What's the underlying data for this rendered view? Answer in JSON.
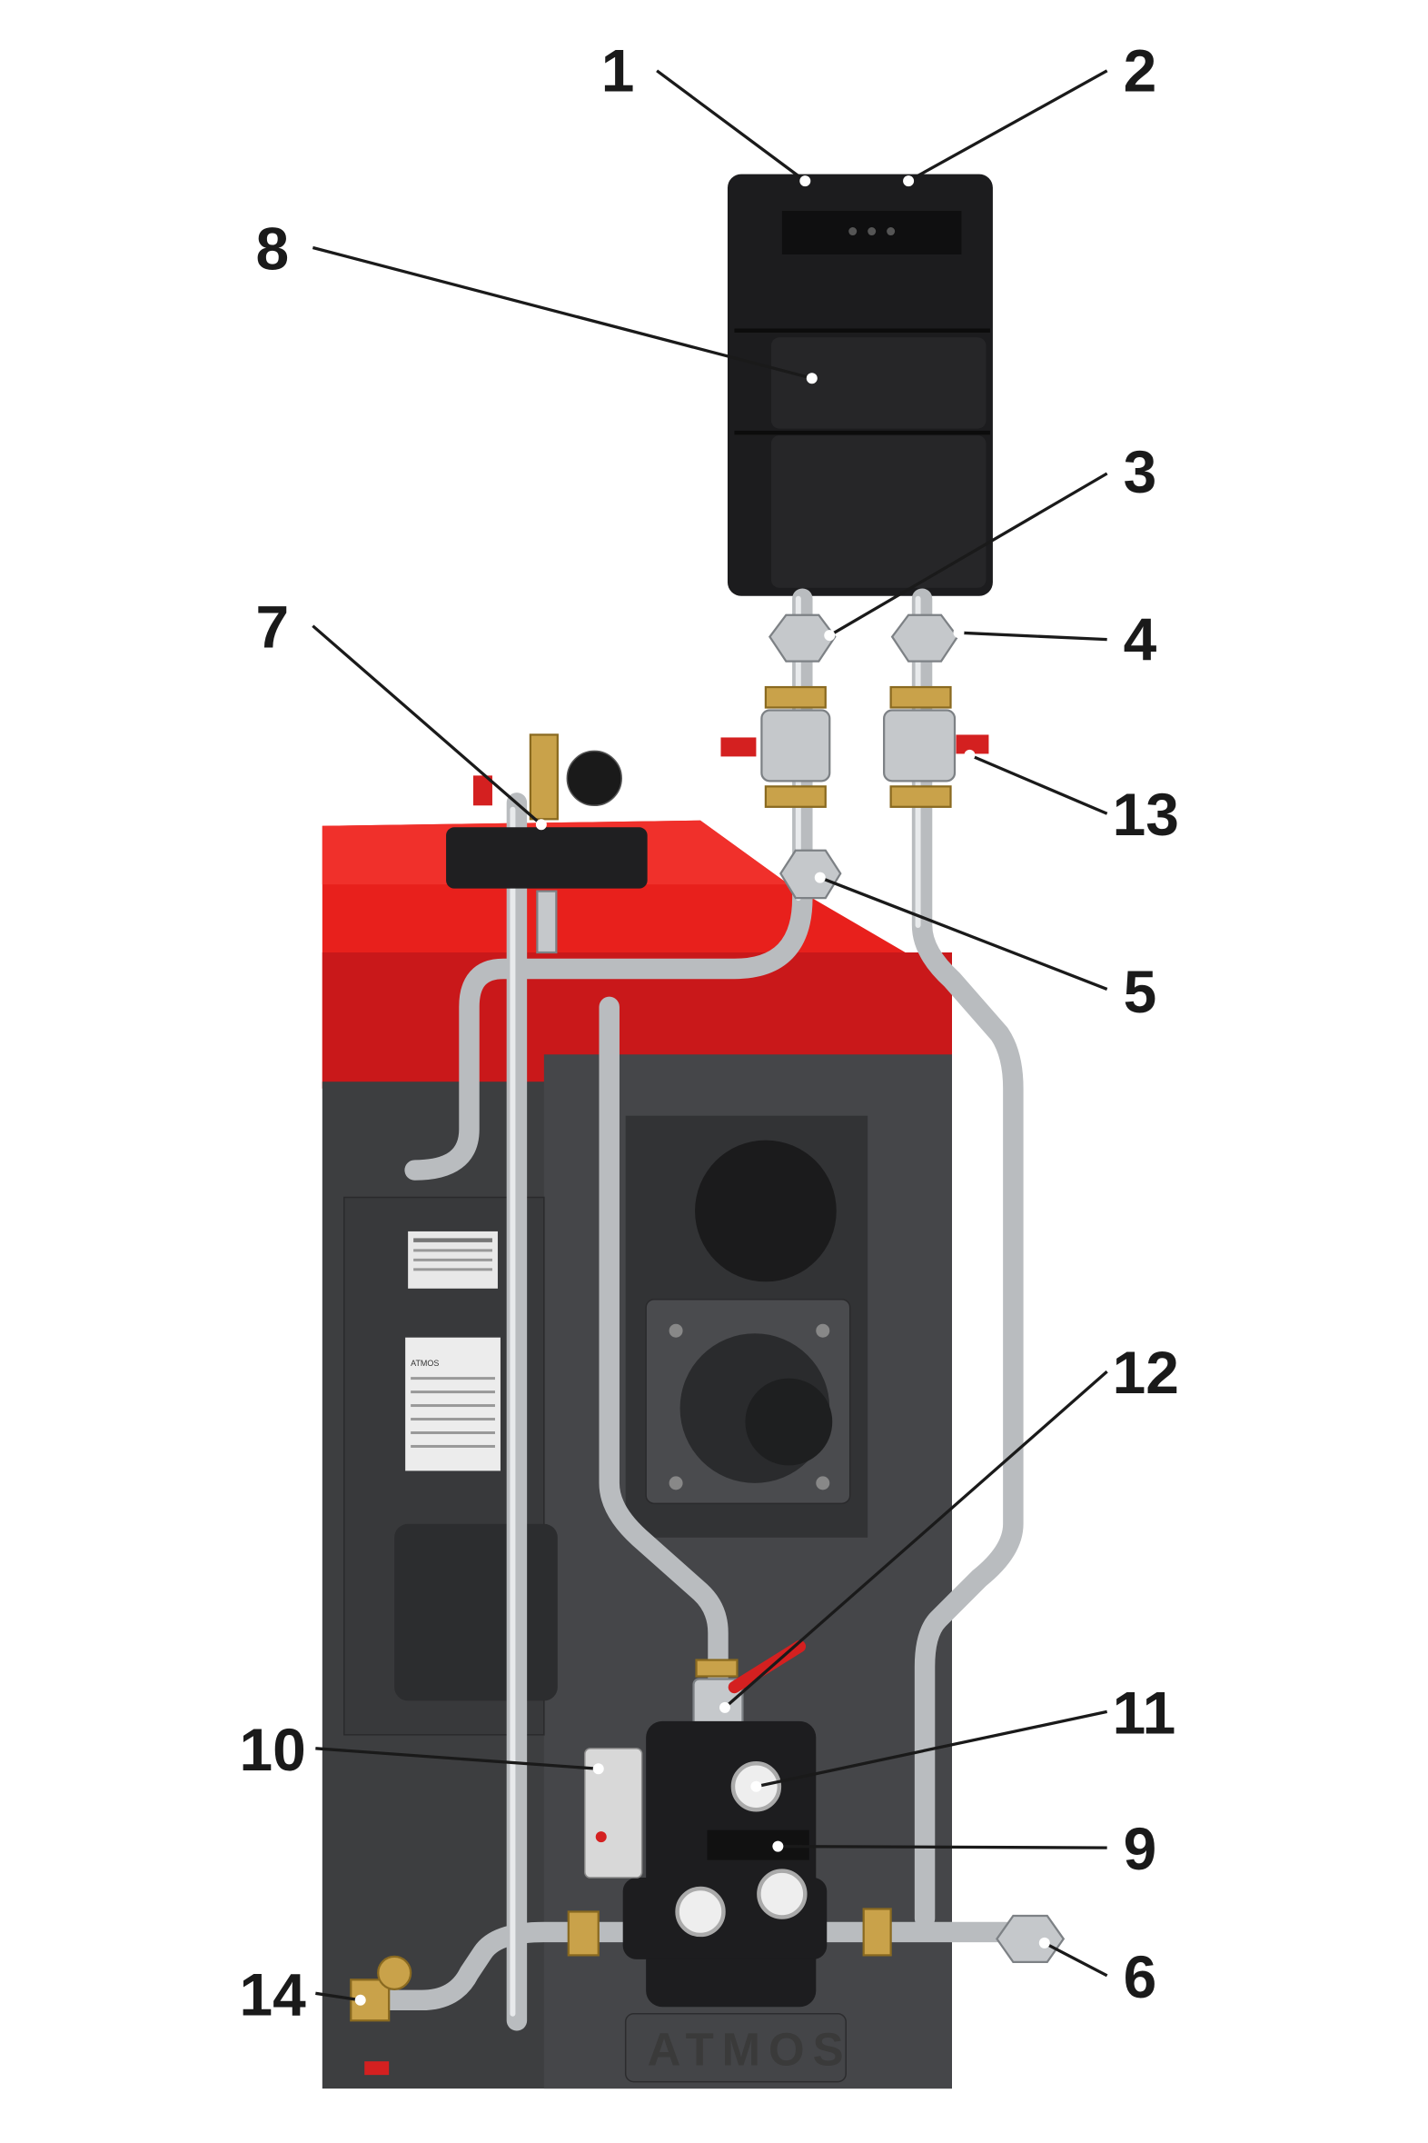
{
  "figure": {
    "title": "Boiler with hydraulic connection kit - numbered parts",
    "brand_plate": "ATMOS",
    "rating_plate_brand": "ATMOS"
  },
  "callouts": [
    {
      "id": "c1",
      "label": "1"
    },
    {
      "id": "c2",
      "label": "2"
    },
    {
      "id": "c3",
      "label": "3"
    },
    {
      "id": "c4",
      "label": "4"
    },
    {
      "id": "c5",
      "label": "5"
    },
    {
      "id": "c6",
      "label": "6"
    },
    {
      "id": "c7",
      "label": "7"
    },
    {
      "id": "c8",
      "label": "8"
    },
    {
      "id": "c9",
      "label": "9"
    },
    {
      "id": "c10",
      "label": "10"
    },
    {
      "id": "c11",
      "label": "11"
    },
    {
      "id": "c12",
      "label": "12"
    },
    {
      "id": "c13",
      "label": "13"
    },
    {
      "id": "c14",
      "label": "14"
    }
  ],
  "colors": {
    "boiler_top": "#e8201c",
    "boiler_body": "#3d3e40",
    "controller": "#1c1c1e",
    "pipe": "#b9bcbf",
    "brass": "#c9a24a",
    "valve_handle": "#d42020"
  }
}
